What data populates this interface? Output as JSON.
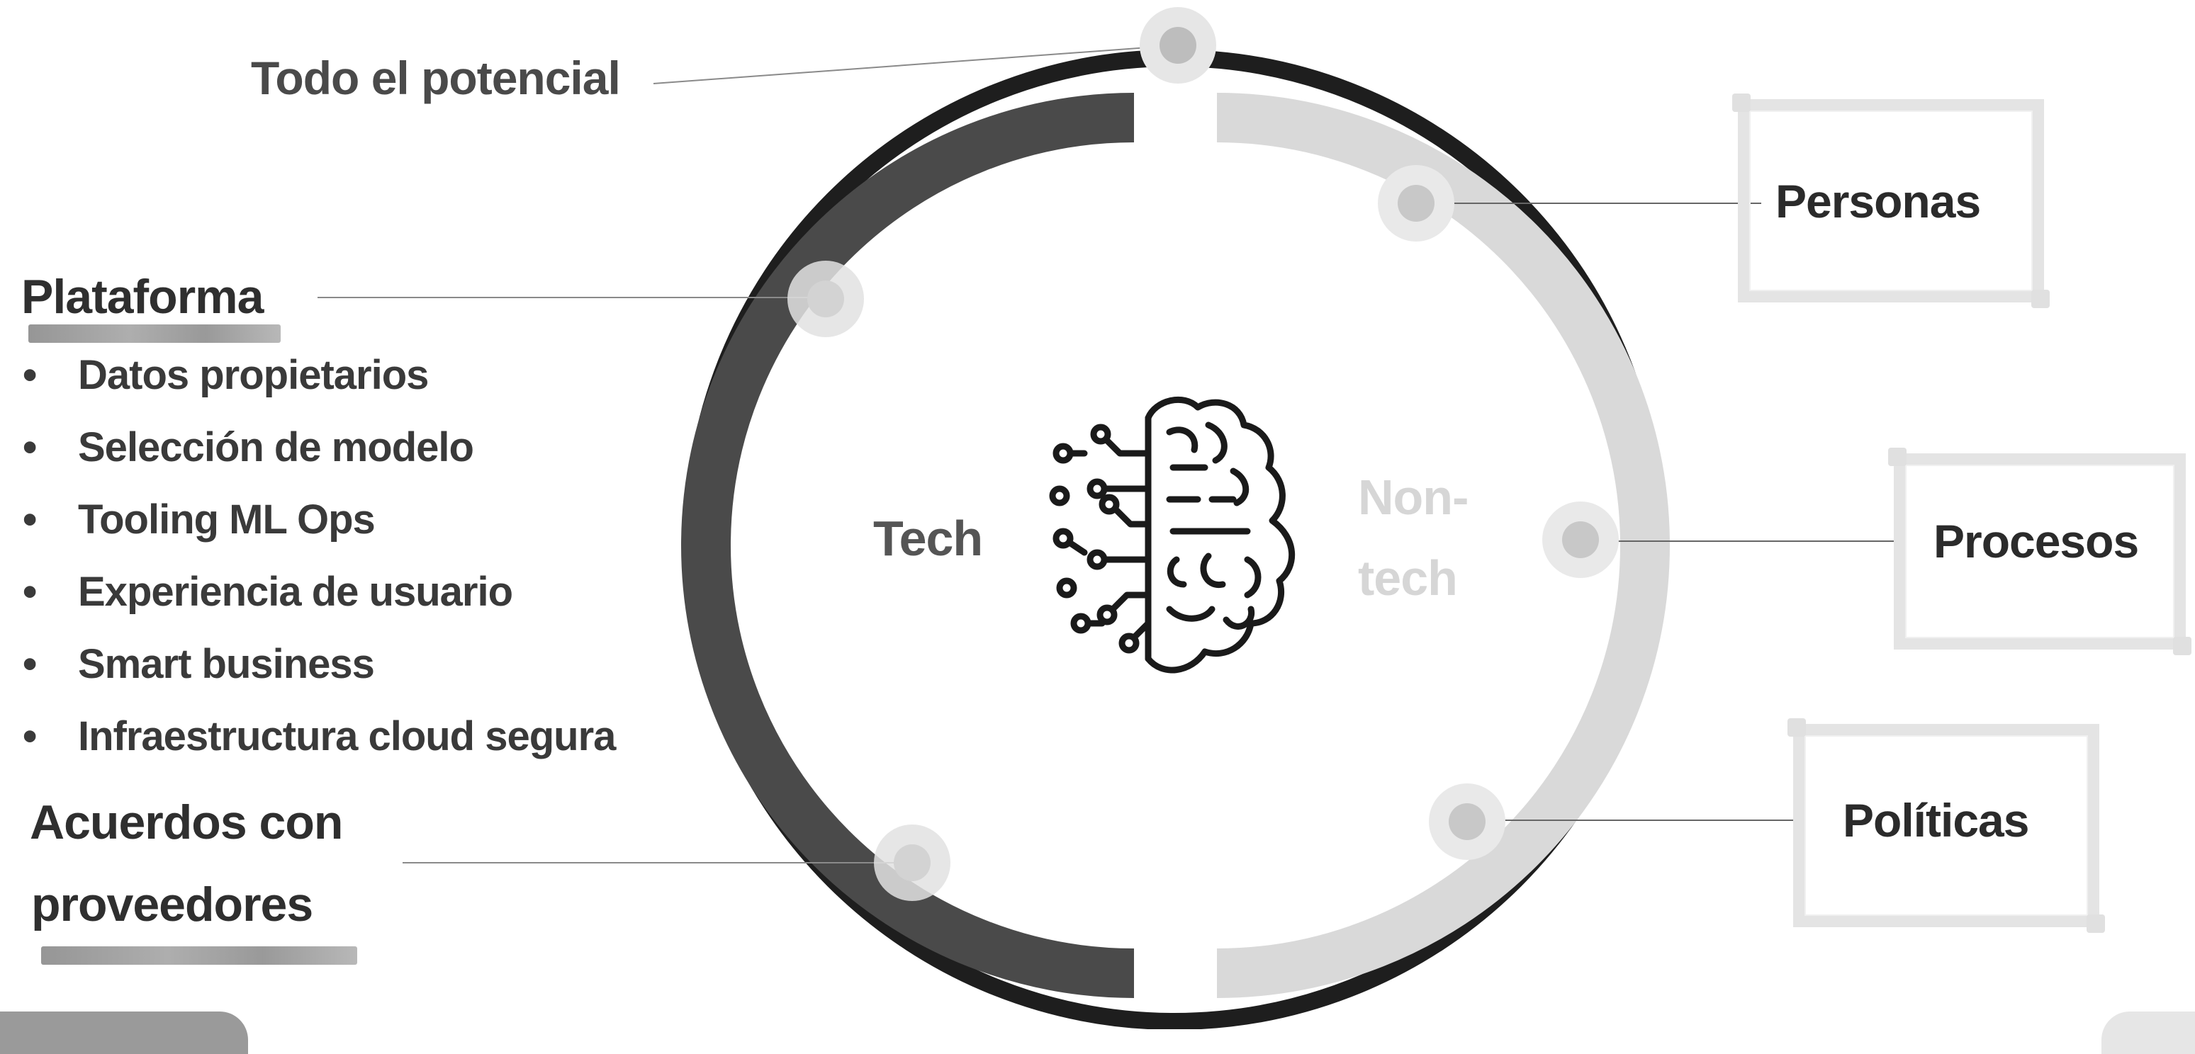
{
  "labels": {
    "top": "Todo el potencial",
    "platform": "Plataforma",
    "vendors_line1": "Acuerdos con",
    "vendors_line2": "proveedores",
    "tech": "Tech",
    "nontech_line1": "Non-",
    "nontech_line2": "tech",
    "people": "Personas",
    "processes": "Procesos",
    "policies": "Políticas"
  },
  "bullets": [
    "Datos propietarios",
    "Selección de modelo",
    "Tooling ML Ops",
    "Experiencia de usuario",
    "Smart business",
    "Infraestructura cloud segura"
  ],
  "icons": {
    "center": "brain-circuit-icon"
  },
  "colors": {
    "outer_ring": "#1e1e1e",
    "tech_arc": "#4a4a4a",
    "nontech_arc": "#d9d9d9",
    "tech_text": "#555555",
    "nontech_text": "#d6d6d6",
    "frame": "#e4e4e4"
  }
}
